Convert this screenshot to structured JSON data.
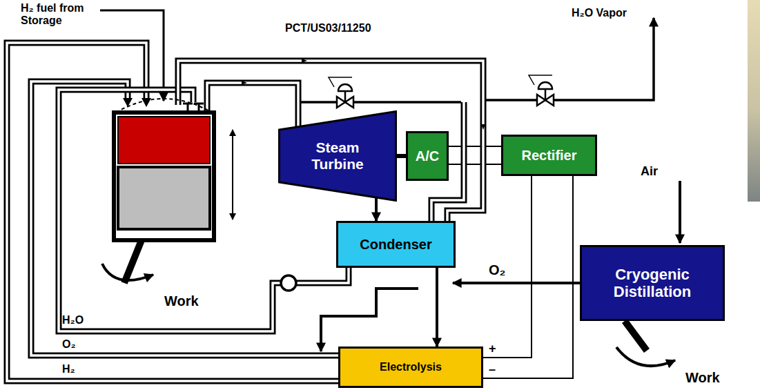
{
  "diagram": {
    "nodes": [
      {
        "text": [
          "Steam Turbine"
        ]
      },
      {
        "text": [
          "A/C"
        ]
      },
      {
        "text": [
          "Rectifier"
        ]
      },
      {
        "text": [
          "Condenser"
        ]
      },
      {
        "text": [
          "Cryogenic Distillation"
        ]
      },
      {
        "text": [
          "Electrolysis"
        ]
      }
    ],
    "edges": [
      {
        "from": 0,
        "to": 1,
        "arrow": "none"
      },
      {
        "from": 0,
        "to": 3,
        "arrow": "to"
      },
      {
        "from": 1,
        "to": 2,
        "arrow": "none"
      },
      {
        "from": 1,
        "to": 2,
        "arrow": "none"
      },
      {
        "from": 2,
        "to": 5,
        "label": "+",
        "arrow": "none"
      },
      {
        "from": 2,
        "to": 5,
        "label": "–",
        "arrow": "none"
      },
      {
        "from": 3,
        "to": 5,
        "arrow": "to"
      }
    ],
    "labels": [
      "H₂ fuel from Storage",
      "PCT/US03/11250",
      "H₂O Vapor",
      "Work",
      "Air",
      "O₂",
      "Work",
      "H₂O",
      "O₂",
      "H₂"
    ]
  }
}
